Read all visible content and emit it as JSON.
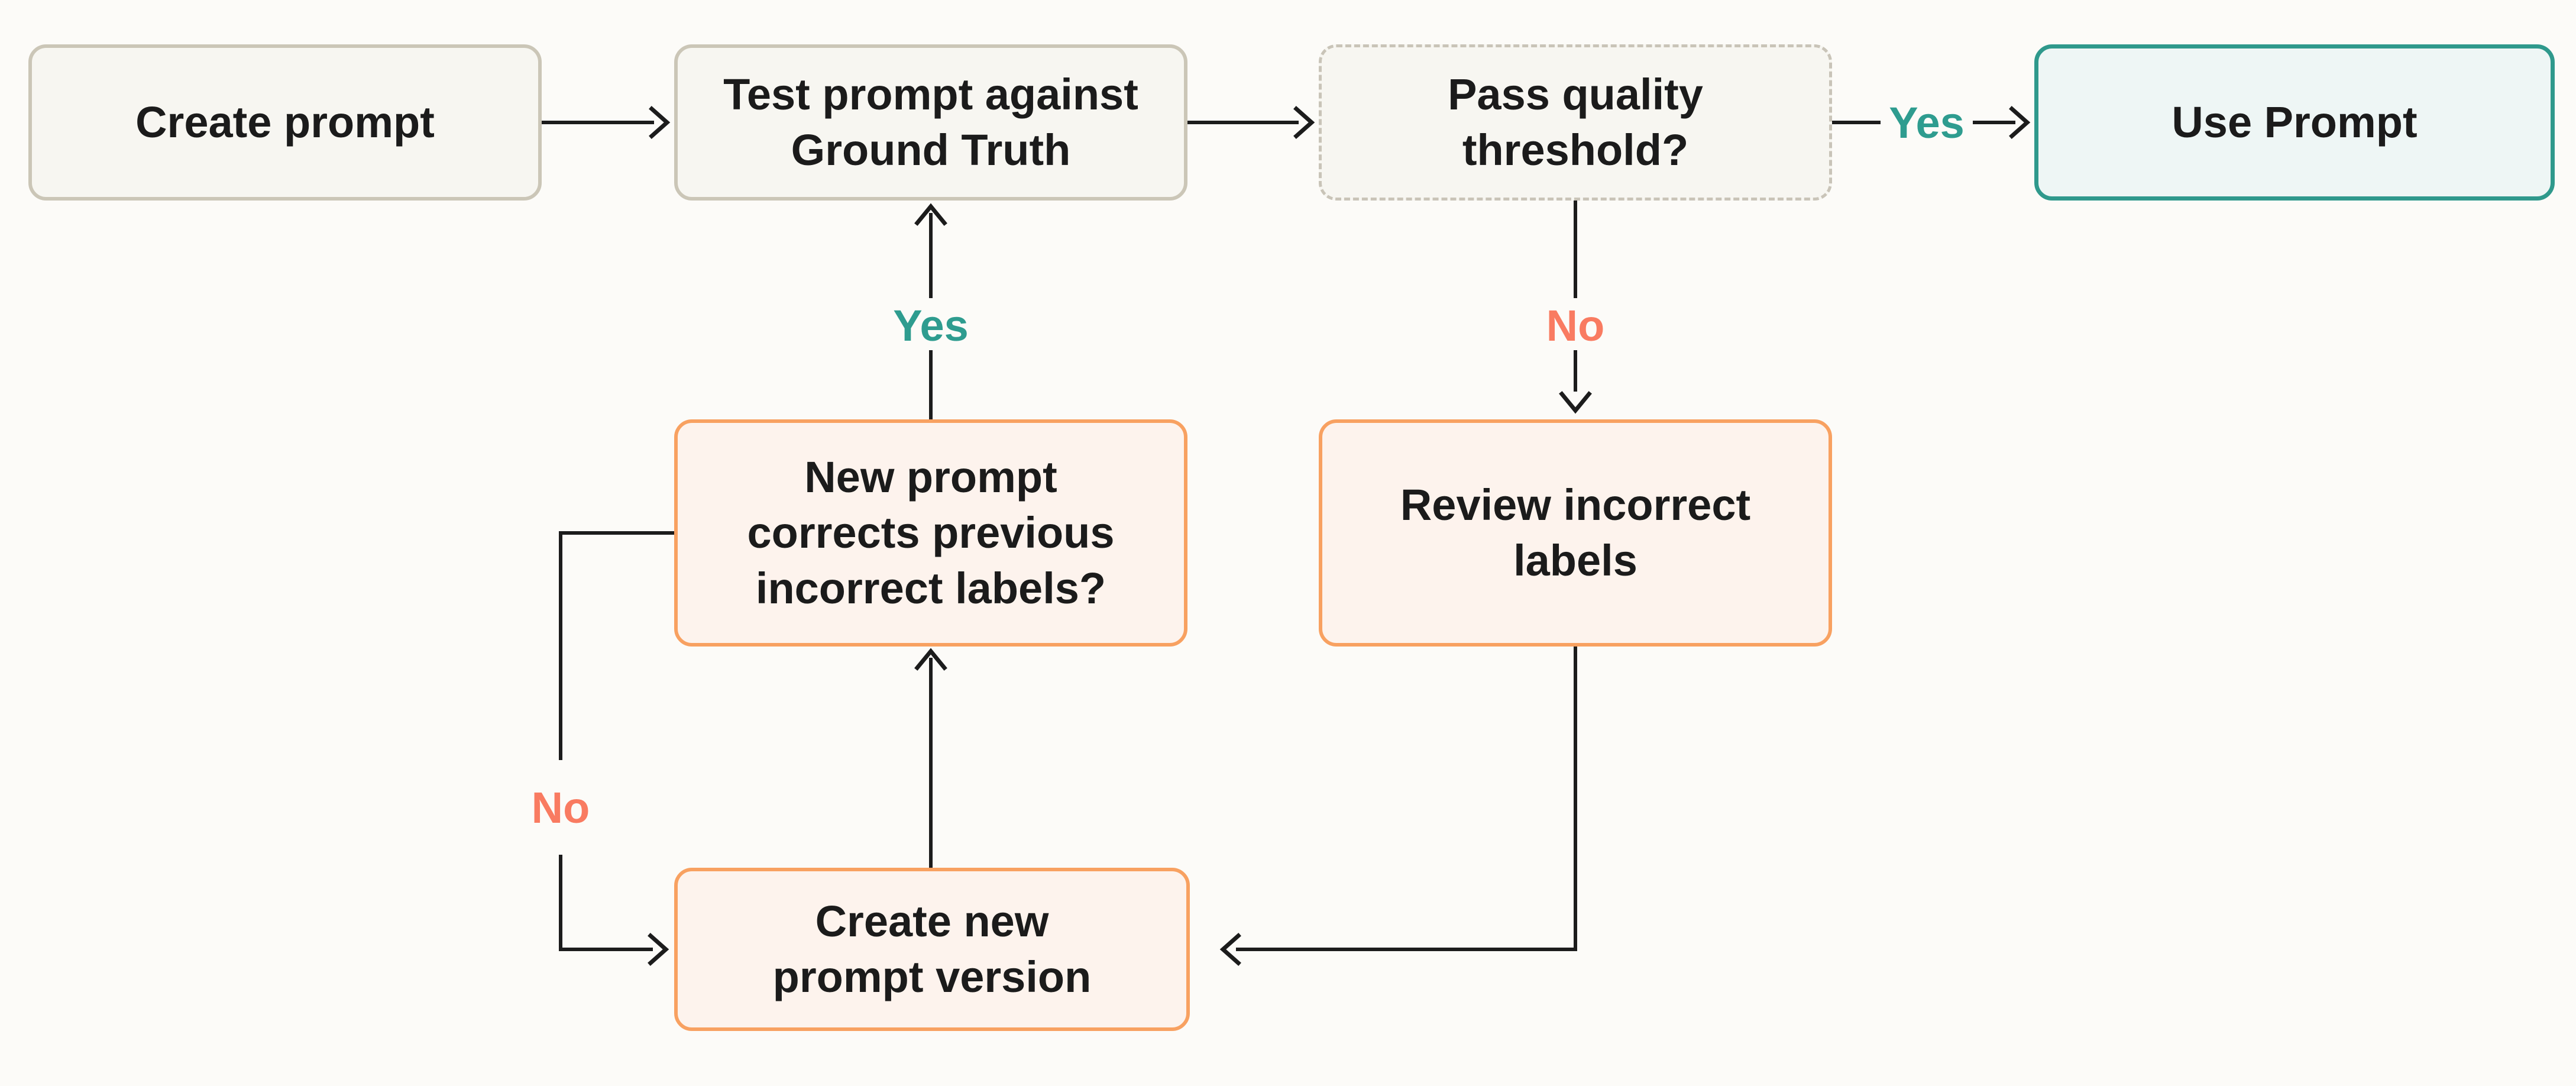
{
  "diagram": {
    "nodes": [
      {
        "id": "create-prompt",
        "label": "Create prompt",
        "style": "neutral"
      },
      {
        "id": "test-prompt",
        "label": "Test prompt against\nGround Truth",
        "style": "neutral"
      },
      {
        "id": "pass-quality",
        "label": "Pass quality\nthreshold?",
        "style": "neutral-dashed"
      },
      {
        "id": "use-prompt",
        "label": "Use Prompt",
        "style": "success"
      },
      {
        "id": "new-prompt-corrects",
        "label": "New prompt\ncorrects previous\nincorrect labels?",
        "style": "revision"
      },
      {
        "id": "review-incorrect",
        "label": "Review incorrect\nlabels",
        "style": "revision"
      },
      {
        "id": "create-new-version",
        "label": "Create new\nprompt version",
        "style": "revision"
      }
    ],
    "edges": [
      {
        "from": "create-prompt",
        "to": "test-prompt",
        "label": ""
      },
      {
        "from": "test-prompt",
        "to": "pass-quality",
        "label": ""
      },
      {
        "from": "pass-quality",
        "to": "use-prompt",
        "label": "Yes"
      },
      {
        "from": "pass-quality",
        "to": "review-incorrect",
        "label": "No"
      },
      {
        "from": "review-incorrect",
        "to": "create-new-version",
        "label": ""
      },
      {
        "from": "create-new-version",
        "to": "new-prompt-corrects",
        "label": ""
      },
      {
        "from": "new-prompt-corrects",
        "to": "test-prompt",
        "label": "Yes"
      },
      {
        "from": "new-prompt-corrects",
        "to": "create-new-version",
        "label": "No"
      }
    ],
    "colors": {
      "canvas_bg": "#FCFBF8",
      "neutral_bg": "#F7F6F1",
      "neutral_border": "#CBC6B7",
      "dashed_border": "#C9C4B8",
      "success_bg": "#EEF6F5",
      "success_border": "#2F998C",
      "revision_bg": "#FDF3ED",
      "revision_border": "#F8A161",
      "arrow": "#1C1C1C",
      "text": "#1B1B1B",
      "yes": "#2E9C8F",
      "no": "#F97B61"
    }
  }
}
